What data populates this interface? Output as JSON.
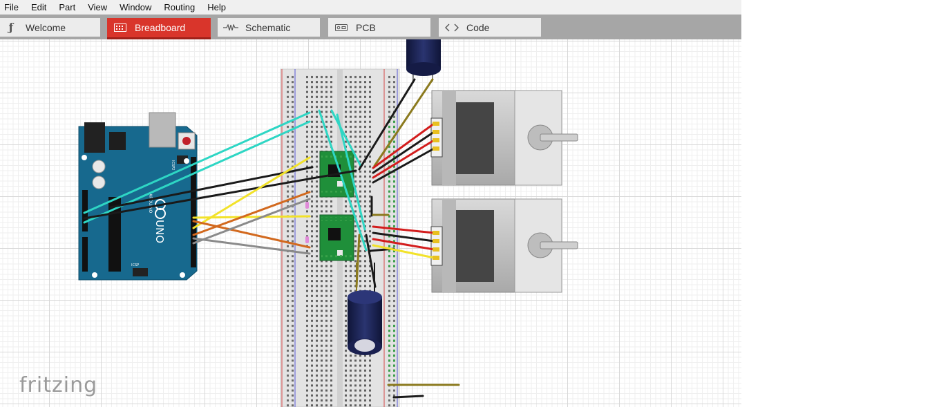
{
  "menu": {
    "items": [
      {
        "label": "File"
      },
      {
        "label": "Edit"
      },
      {
        "label": "Part"
      },
      {
        "label": "View"
      },
      {
        "label": "Window"
      },
      {
        "label": "Routing"
      },
      {
        "label": "Help"
      }
    ]
  },
  "tabs": {
    "welcome": {
      "label": "Welcome",
      "icon": "fritzing-f-icon"
    },
    "breadboard": {
      "label": "Breadboard",
      "icon": "breadboard-grid-icon",
      "active": true
    },
    "schematic": {
      "label": "Schematic",
      "icon": "resistor-zigzag-icon"
    },
    "pcb": {
      "label": "PCB",
      "icon": "pcb-board-icon"
    },
    "code": {
      "label": "Code",
      "icon": "code-brackets-icon"
    }
  },
  "arduino": {
    "model": "UNO",
    "brand": "ARDUINO",
    "icsp": "ICSP",
    "icsp2": "ICSP2"
  },
  "logo": {
    "text": "fritzing"
  },
  "colors": {
    "accent": "#d9352b",
    "arduino": "#17698e",
    "breadboard": "#e6e6e6",
    "driver": "#1f8f3a",
    "wire_cyan": "#2ed6c4",
    "wire_black": "#1a1a1a",
    "wire_yellow": "#f2e22a",
    "wire_orange": "#d2691e",
    "wire_gray": "#8a8a8a",
    "wire_brown": "#8b7a1e",
    "wire_red": "#d31d1d",
    "capacitor": "#1c2350"
  }
}
